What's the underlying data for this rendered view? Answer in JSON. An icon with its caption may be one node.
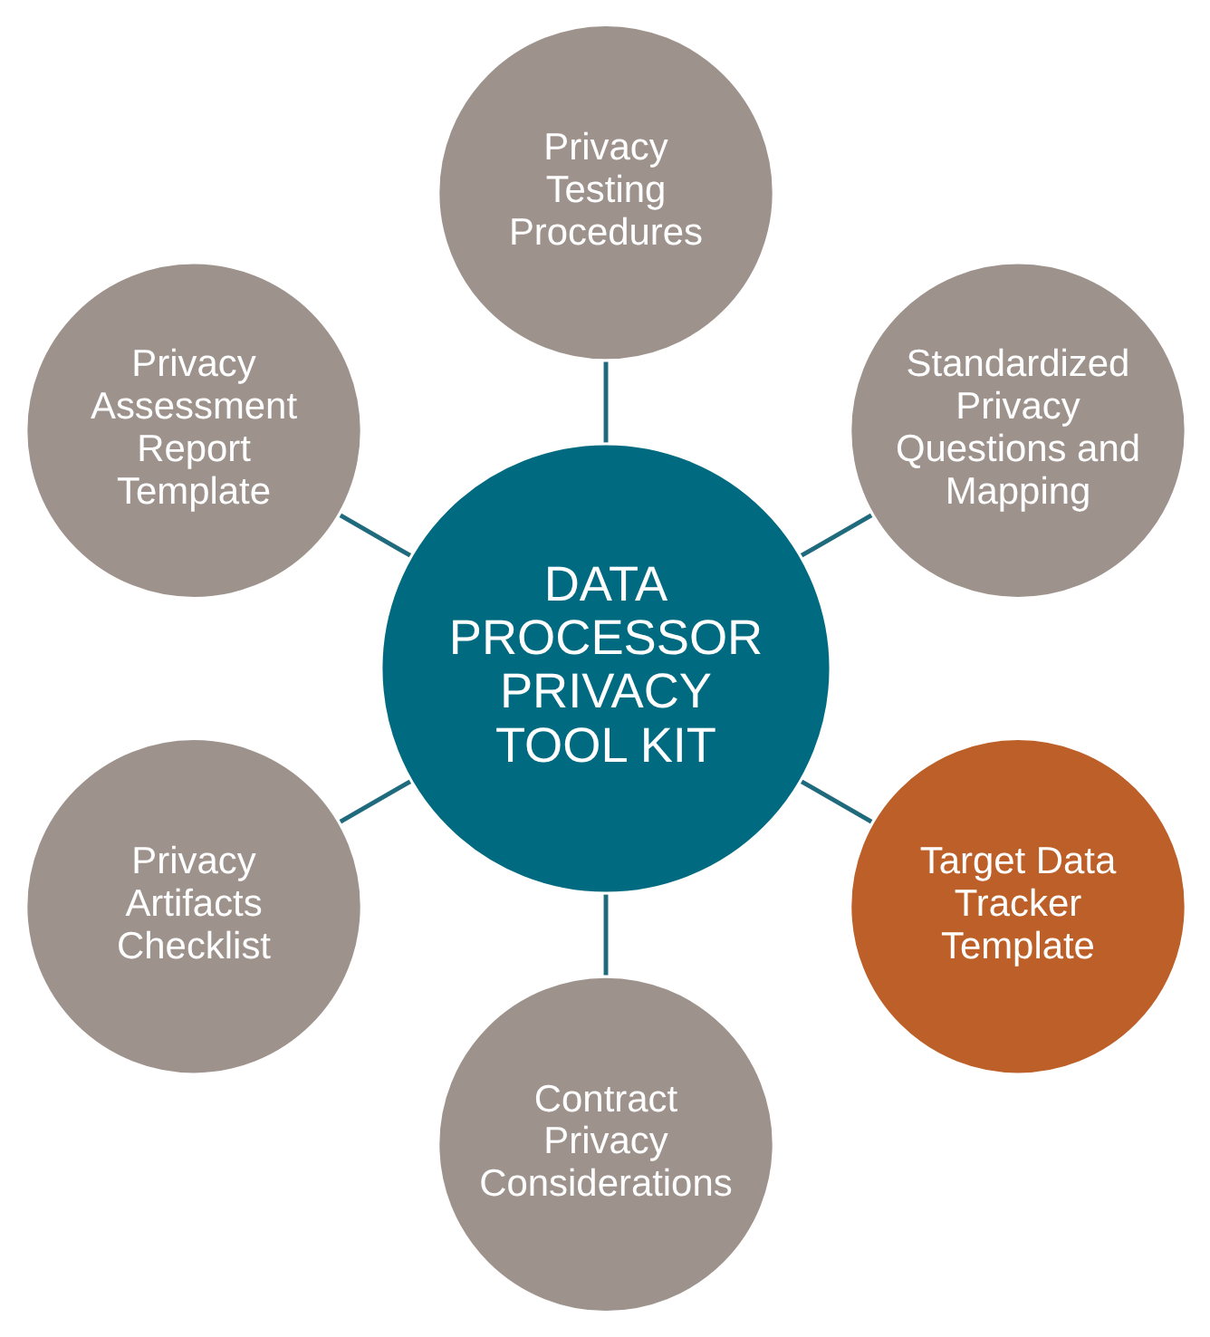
{
  "diagram": {
    "nodes": [
      {
        "text": [
          "DATA PROCESSOR PRIVACY TOOL KIT"
        ]
      },
      {
        "text": [
          "Standardized Privacy Questions and Mapping"
        ]
      },
      {
        "text": [
          "Privacy Testing Procedures"
        ]
      },
      {
        "text": [
          "Privacy Assessment Report Template"
        ]
      },
      {
        "text": [
          "Privacy Artifacts Checklist"
        ]
      },
      {
        "text": [
          "Contract Privacy Considerations"
        ]
      },
      {
        "text": [
          "Target Data Tracker Template"
        ]
      }
    ],
    "edges": [
      {
        "from": 0,
        "to": 1,
        "arrow": "none"
      },
      {
        "from": 0,
        "to": 2,
        "arrow": "none"
      },
      {
        "from": 0,
        "to": 3,
        "arrow": "none"
      },
      {
        "from": 0,
        "to": 4,
        "arrow": "none"
      },
      {
        "from": 0,
        "to": 5,
        "arrow": "none"
      },
      {
        "from": 0,
        "to": 6,
        "arrow": "none"
      }
    ]
  }
}
